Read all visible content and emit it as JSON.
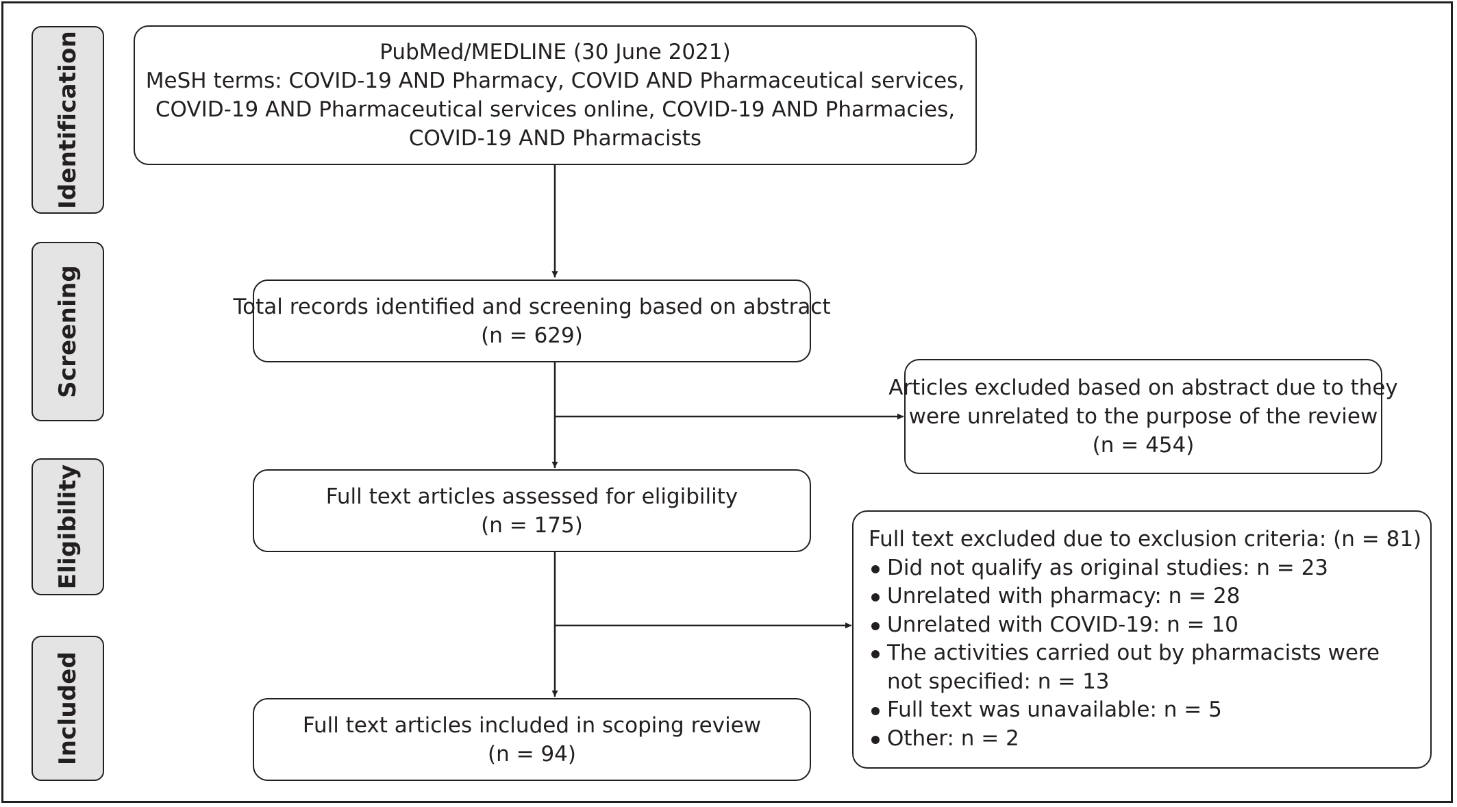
{
  "stages": {
    "identification": "Identification",
    "screening": "Screening",
    "eligibility": "Eligibility",
    "included": "Included"
  },
  "identification_box": {
    "line1": "PubMed/MEDLINE (30 June 2021)",
    "line2": "MeSH terms: COVID-19 AND Pharmacy, COVID AND Pharmaceutical services,",
    "line3": "COVID-19 AND Pharmaceutical services online, COVID-19 AND Pharmacies,",
    "line4": "COVID-19 AND Pharmacists"
  },
  "screening_box": {
    "line1": "Total records identified and screening based on abstract",
    "count": "(n = 629)"
  },
  "abstract_excluded_box": {
    "line1": "Articles excluded based on abstract due to they",
    "line2": "were unrelated to the purpose of the review",
    "count": "(n = 454)"
  },
  "eligibility_box": {
    "line1": "Full text articles assessed for eligibility",
    "count": "(n = 175)"
  },
  "fulltext_excluded_box": {
    "title": "Full text excluded due to exclusion criteria: (n = 81)",
    "items": [
      "Did not qualify as original studies: n = 23",
      "Unrelated with pharmacy: n = 28",
      "Unrelated with COVID-19: n = 10",
      "The activities carried out by pharmacists were not specified: n = 13",
      "Full text was unavailable: n = 5",
      "Other: n = 2"
    ]
  },
  "included_box": {
    "line1": "Full text articles included in scoping review",
    "count": "(n = 94)"
  }
}
